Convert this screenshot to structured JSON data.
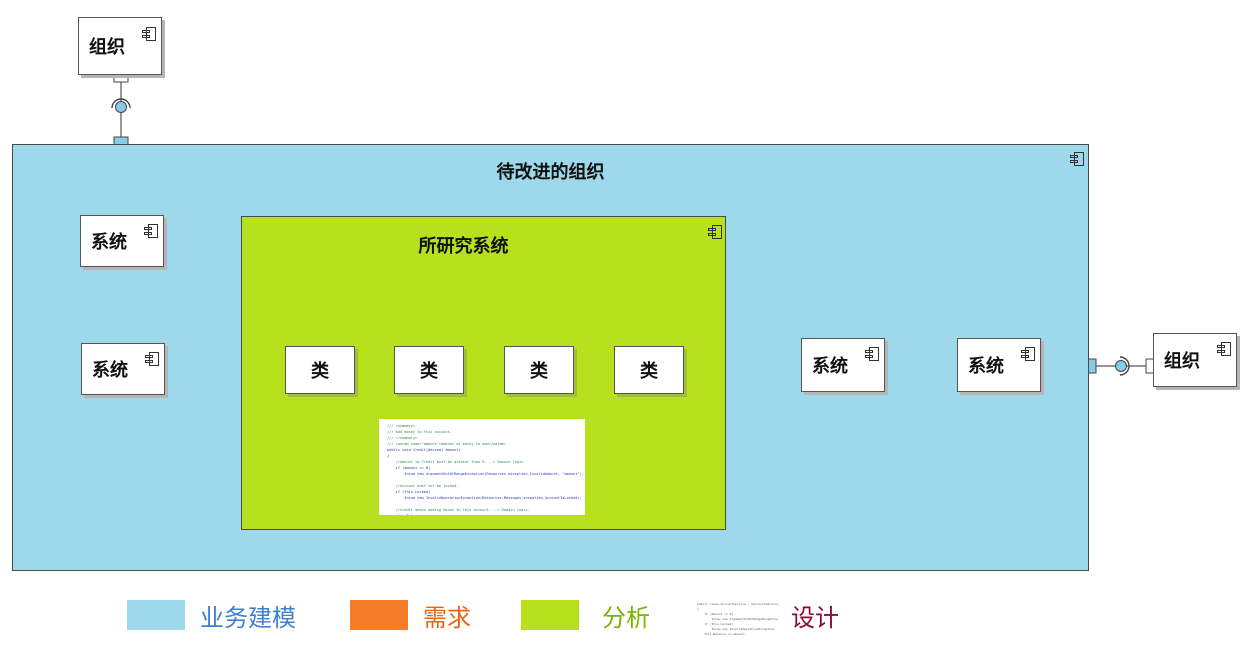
{
  "diagram": {
    "outer_org_top": "组织",
    "outer_org_right": "组织",
    "improve_zone_title": "待改进的组织",
    "system_labels": [
      "系统",
      "系统",
      "系统",
      "系统"
    ],
    "studied_system_title": "所研究系统",
    "class_labels": [
      "类",
      "类",
      "类",
      "类"
    ],
    "code_lines": [
      "/// <summary>",
      "/// Add money to this account.",
      "/// </summary>",
      "/// <param name=\"amount\">Amount of money to add</param>",
      "public void Credit(decimal amount)",
      "{",
      "    //Amount to Credit must be greater than 0. --> Domain logic.",
      "    if (amount <= 0)",
      "        throw new ArgumentOutOfRangeException(Resources.exception_InvalidAmount, \"amount\");",
      "",
      "    //Account must not be locked.",
      "    if (this.Locked)",
      "        throw new InvalidOperationException(Resources.Messages.exception_AccountIsLocked);",
      "",
      "    //Credit means adding money to this account. --> Domain logic.",
      "    this.Balance += amount;"
    ],
    "colors": {
      "business": "#9dd9ea",
      "requirements": "#f47c2a",
      "analysis": "#b7e11d",
      "design": "#8b0a3a",
      "port": "#ffffff",
      "lollipop": "#87cbe6",
      "lollipop_orange": "#f47c2a"
    }
  },
  "legend": {
    "items": [
      {
        "label": "业务建模",
        "color": "#9dd9ea",
        "text_color": "#3f7fd0"
      },
      {
        "label": "需求",
        "color": "#f47c2a",
        "text_color": "#e8650f"
      },
      {
        "label": "分析",
        "color": "#b7e11d",
        "text_color": "#78b400"
      },
      {
        "label": "设计",
        "text_color": "#8b0a3a"
      }
    ],
    "design_code_lines": [
      "public class AccountService : IAccountService",
      "{",
      "    if (amount <= 0)",
      "        throw new ArgumentOutOfRangeException",
      "    if (this.Locked)",
      "        throw new InvalidOperationException",
      "    this.Balance += amount;"
    ]
  }
}
